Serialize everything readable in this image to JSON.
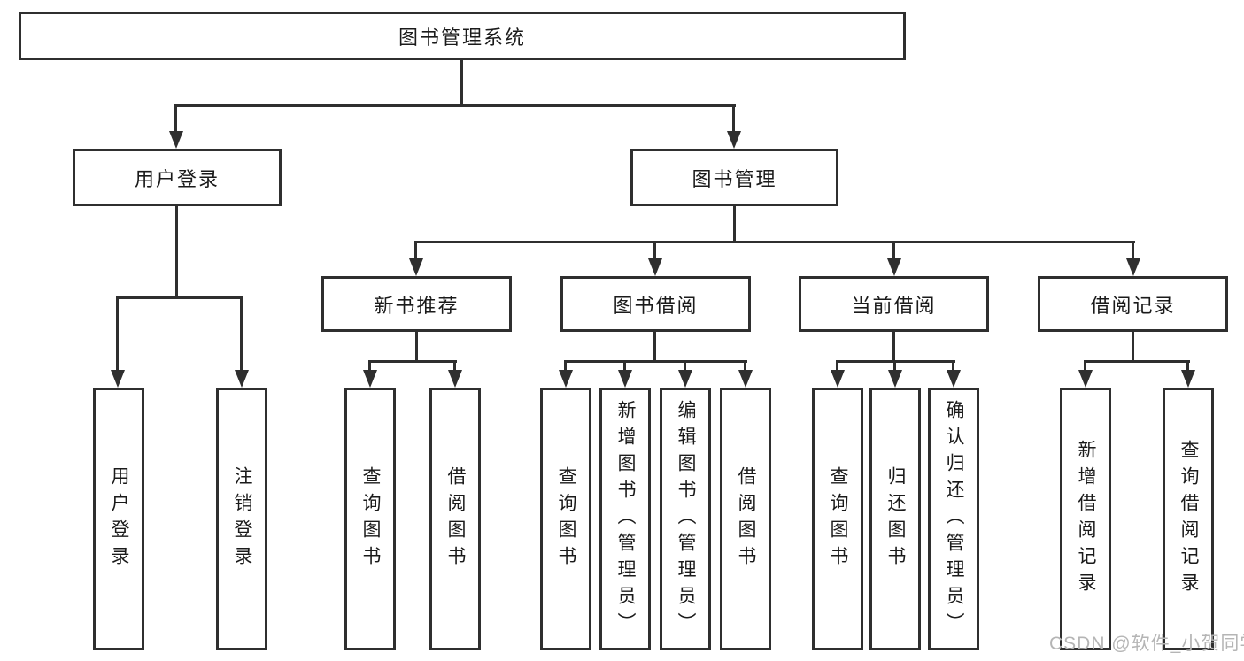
{
  "tree": {
    "root": "图书管理系统",
    "branches": [
      {
        "label": "用户登录",
        "children": [
          "用户登录",
          "注销登录"
        ]
      },
      {
        "label": "图书管理",
        "sections": [
          {
            "label": "新书推荐",
            "children": [
              "查询图书",
              "借阅图书"
            ]
          },
          {
            "label": "图书借阅",
            "children": [
              "查询图书",
              "新增图书（管理员）",
              "编辑图书（管理员）",
              "借阅图书"
            ]
          },
          {
            "label": "当前借阅",
            "children": [
              "查询图书",
              "归还图书",
              "确认归还（管理员）"
            ]
          },
          {
            "label": "借阅记录",
            "children": [
              "新增借阅记录",
              "查询借阅记录"
            ]
          }
        ]
      }
    ]
  },
  "watermark": {
    "text": "CSDN @软件_小贺同学"
  },
  "colors": {
    "line": "#2f2f2f",
    "text": "#1a1a1a",
    "background": "#ffffff",
    "watermark": "#b5b5b5"
  }
}
